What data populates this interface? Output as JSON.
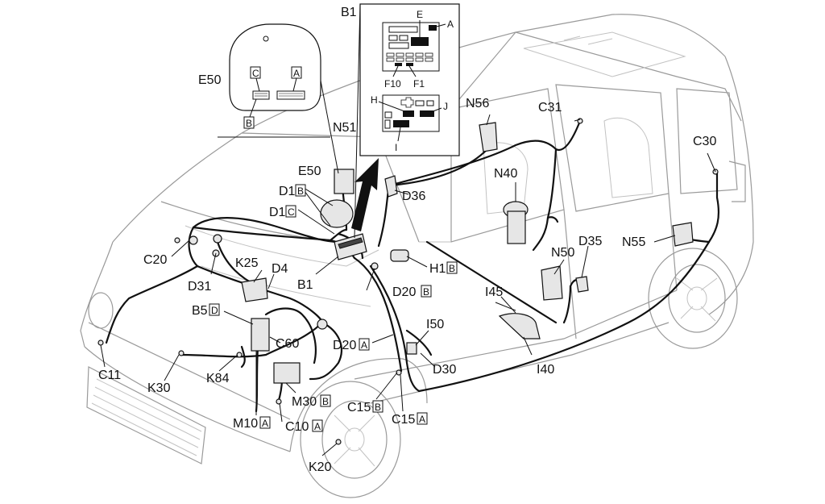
{
  "labels": {
    "B1_top": "B1",
    "E": "E",
    "A": "A",
    "F10": "F10",
    "F1": "F1",
    "H": "H",
    "J": "J",
    "I": "I",
    "E50_top": "E50",
    "C_box": "C",
    "A_box": "A",
    "B_box": "B",
    "N51": "N51",
    "N56": "N56",
    "C31": "C31",
    "N40": "N40",
    "C30": "C30",
    "E50": "E50",
    "D1_1": "D1",
    "D1_1_box": "B",
    "D1_2": "D1",
    "D1_2_box": "C",
    "D36": "D36",
    "C20": "C20",
    "K25": "K25",
    "D4": "D4",
    "D31": "D31",
    "B1": "B1",
    "H1": "H1",
    "H1_box": "B",
    "N50": "N50",
    "D35": "D35",
    "N55": "N55",
    "D20B": "D20",
    "D20B_box": "B",
    "I45": "I45",
    "B5": "B5",
    "B5_box": "D",
    "I50": "I50",
    "D20A": "D20",
    "D20A_box": "A",
    "C60": "C60",
    "I40": "I40",
    "C11": "C11",
    "D30": "D30",
    "K84": "K84",
    "K30": "K30",
    "M30": "M30",
    "M30_box": "B",
    "C15B": "C15",
    "C15B_box": "B",
    "M10": "M10",
    "M10_box": "A",
    "C10": "C10",
    "C10_box": "A",
    "C15A": "C15",
    "C15A_box": "A",
    "K20": "K20"
  },
  "colors": {
    "wire": "#111111",
    "body_line": "#9a9a9a",
    "background": "#ffffff"
  }
}
